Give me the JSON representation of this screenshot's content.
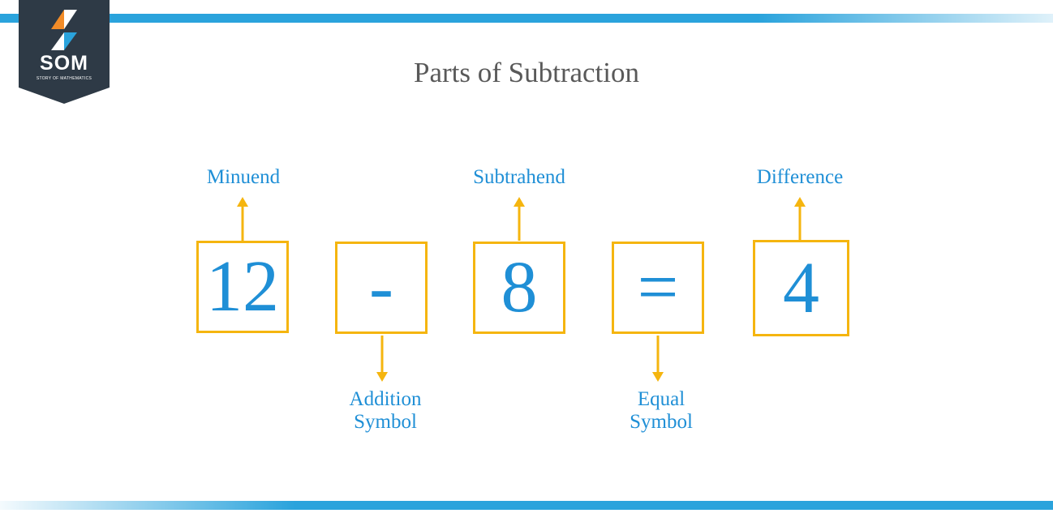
{
  "title": "Parts of Subtraction",
  "logo": {
    "text": "SOM",
    "subtitle": "STORY OF MATHEMATICS"
  },
  "equation": {
    "minuend": "12",
    "operator": "-",
    "subtrahend": "8",
    "equals": "=",
    "difference": "4"
  },
  "labels": {
    "minuend": "Minuend",
    "subtrahend": "Subtrahend",
    "difference": "Difference",
    "addition_line1": "Addition",
    "addition_line2": "Symbol",
    "equal_line1": "Equal",
    "equal_line2": "Symbol"
  },
  "colors": {
    "accent_blue": "#1f8fd6",
    "box_border": "#f5b50f",
    "band_blue": "#2aa3dc",
    "logo_dark": "#2e3a46"
  }
}
